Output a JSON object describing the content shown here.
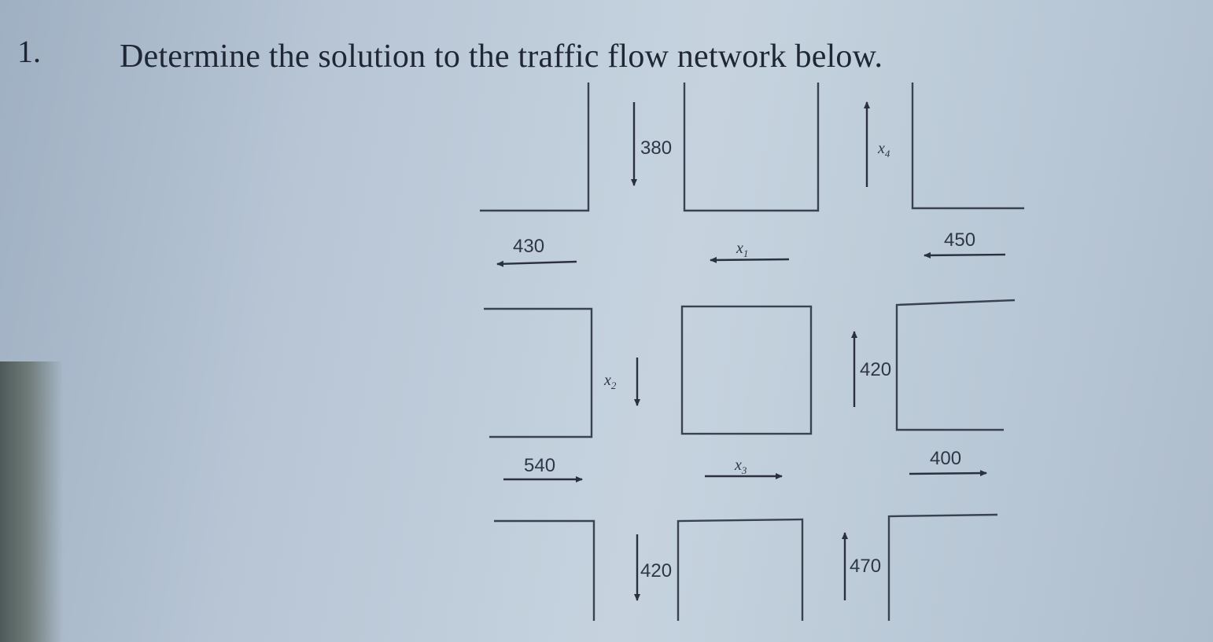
{
  "problem": {
    "number": "1.",
    "text": "Determine the solution to the traffic flow network below."
  },
  "network": {
    "flows": {
      "north_in": "380",
      "x4": "x4",
      "west_top": "430",
      "x1": "x1",
      "east_top": "450",
      "x2": "x2",
      "mid_right": "420",
      "west_bottom": "540",
      "x3": "x3",
      "east_bottom": "400",
      "south_left": "420",
      "south_right": "470"
    }
  }
}
